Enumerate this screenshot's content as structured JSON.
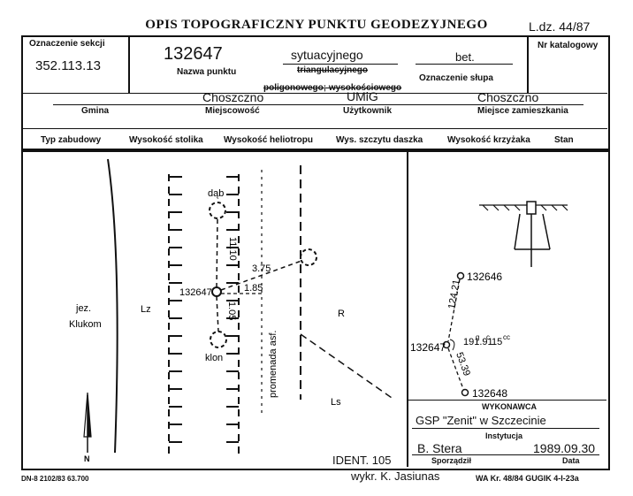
{
  "header": {
    "title": "OPIS TOPOGRAFICZNY PUNKTU GEODEZYJNEGO",
    "ldz": "L.dz. 44/87"
  },
  "top_table": {
    "sekcja_label": "Oznaczenie sekcji",
    "sekcja_value": "352.113.13",
    "numer": "132647",
    "nazwa_label": "Nazwa punktu",
    "typ_sytuacyjny": "sytuacyjnego",
    "typ_triang": "triangulacyjnego",
    "typ_poligon": "poligonowego; wysokościowego",
    "slup_value": "bet.",
    "slup_label": "Oznaczenie słupa",
    "katalog_label": "Nr katalogowy",
    "gmina_value": "Choszczno",
    "gmina_label": "Gmina",
    "miejscowosc_label": "Miejscowość",
    "uzytkownik_value": "UMiG",
    "uzytkownik_label": "Użytkownik",
    "zamieszk_value": "Choszczno",
    "zamieszk_label": "Miejsce zamieszkania"
  },
  "params_row": [
    "Typ zabudowy",
    "Wysokość stolika",
    "Wysokość heliotropu",
    "Wys. szczytu daszka",
    "Wysokość krzyżaka",
    "Stan"
  ],
  "sketch": {
    "lake": "jez.",
    "lake2": "Klukom",
    "lz": "Lz",
    "r": "R",
    "ls": "Ls",
    "promenade": "promenada  asf.",
    "dab": "dąb",
    "klon": "klon",
    "point": "132647",
    "d_dab": "11.10",
    "d_ne": "3.75",
    "d_e": "1.85",
    "d_klon": "1.05",
    "north": "N"
  },
  "side_sketch": {
    "p1": "132646",
    "p2": "132647",
    "p3": "132648",
    "d1": "124.21",
    "d2": "53.39",
    "angle": "191.91",
    "angle_g": "g",
    "angle_c": "c",
    "angle_cc": "cc",
    "angle_c_val": "15"
  },
  "executor": {
    "wykonawca_label": "WYKONAWCA",
    "wykonawca_value": "GSP \"Zenit\" w Szczecinie",
    "instytucja_label": "Instytucja",
    "sporzadzil_value": "B. Stera",
    "data_value": "1989.09.30",
    "sporzadzil_label": "Sporządził",
    "data_label": "Data"
  },
  "ident": "IDENT. 105",
  "footer": {
    "left": "DN-8 2102/83 63.700",
    "middle": "wykr. K. Jasiunas",
    "right": "WA Kr. 48/84 GUGIK 4-I-23a"
  }
}
